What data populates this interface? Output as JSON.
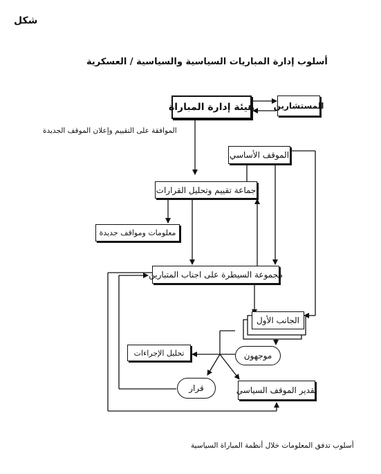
{
  "corner_label": "شكل",
  "title": "أسلوب إدارة المباريات السياسية والسياسية / العسكرية",
  "boxes": {
    "management_body": "هيئة إدارة المباراة",
    "advisors": "المستشارين",
    "basic_position": "الموقف الأساسي",
    "evaluation_group": "جماعة تقييم وتحليل القرارات",
    "new_info": "معلومات ومواقف جديدة",
    "control_group": "مجموعة السيطرة على اجناب المتبارين",
    "first_side": "الجانب الأول",
    "directors": "موجهون",
    "procedures_analysis": "تحليل الإجراءات",
    "decision": "قرار",
    "political_assessment": "تقدير الموقف السياسي"
  },
  "arrow_label": "الموافقة على التقييم وإعلان الموقف الجديدة",
  "caption": "أسلوب تدفق المعلومات خلال أنظمة المباراة السياسية"
}
